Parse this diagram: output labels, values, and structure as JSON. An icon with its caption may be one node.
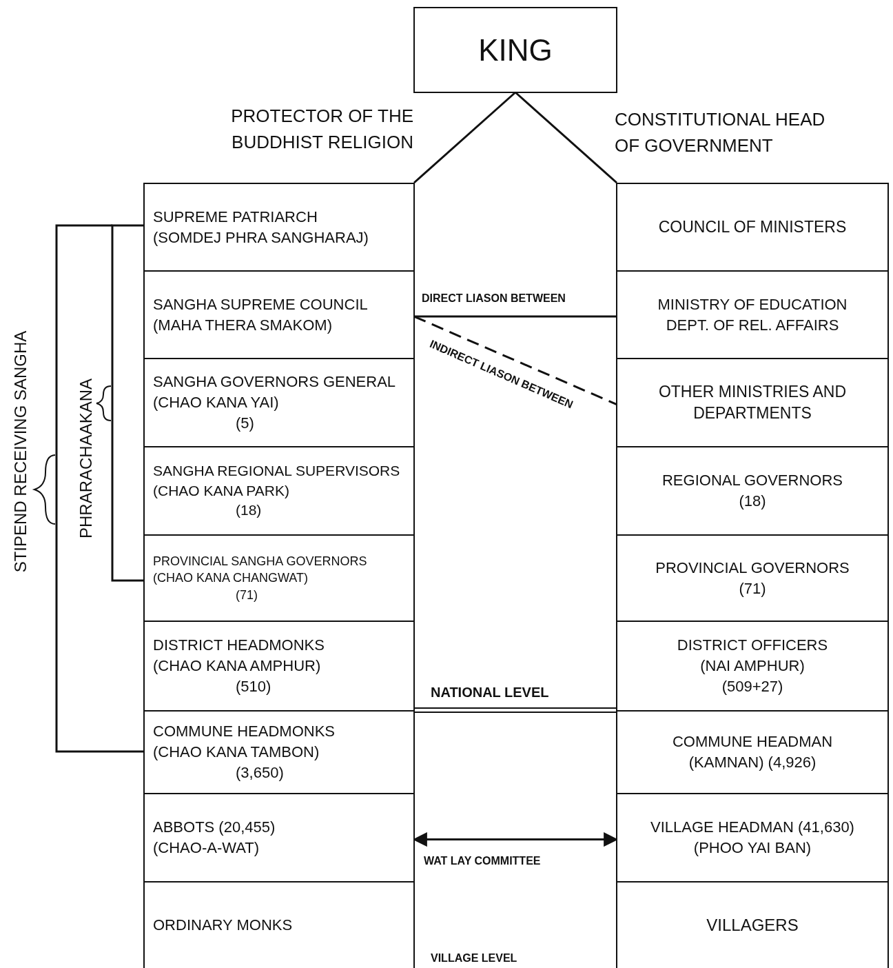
{
  "diagram": {
    "nodes": [
      {
        "text": [
          "KING"
        ]
      },
      {
        "text": [
          "SUPREME PATRIARCH",
          "(SOMDEJ PHRA SANGHARAJ)"
        ]
      },
      {
        "text": [
          "SANGHA SUPREME COUNCIL",
          "(MAHA THERA SMAKOM)"
        ]
      },
      {
        "text": [
          "SANGHA GOVERNORS GENERAL",
          "(CHAO KANA YAI)",
          "(5)"
        ]
      },
      {
        "text": [
          "SANGHA REGIONAL SUPERVISORS (CHAO KANA PARK)",
          "(18)"
        ]
      },
      {
        "text": [
          "PROVINCIAL SANGHA GOVERNORS",
          "(CHAO KANA CHANGWAT)",
          "(71)"
        ]
      },
      {
        "text": [
          "DISTRICT HEADMONKS",
          "(CHAO KANA AMPHUR)",
          "(510)"
        ]
      },
      {
        "text": [
          "COMMUNE HEADMONKS",
          "(CHAO KANA TAMBON)",
          "(3,650)"
        ]
      },
      {
        "text": [
          "ABBOTS (20,455)",
          "(CHAO-A-WAT)"
        ]
      },
      {
        "text": [
          "ORDINARY MONKS"
        ]
      },
      {
        "text": [
          "COUNCIL OF MINISTERS"
        ]
      },
      {
        "text": [
          "MINISTRY OF EDUCATION",
          "DEPT. OF REL. AFFAIRS"
        ]
      },
      {
        "text": [
          "OTHER MINISTRIES AND DEPARTMENTS"
        ]
      },
      {
        "text": [
          "REGIONAL GOVERNORS",
          "(18)"
        ]
      },
      {
        "text": [
          "PROVINCIAL GOVERNORS",
          "(71)"
        ]
      },
      {
        "text": [
          "DISTRICT OFFICERS",
          "(NAI AMPHUR)",
          "(509+27)"
        ]
      },
      {
        "text": [
          "COMMUNE HEADMAN",
          "(KAMNAN) (4,926)"
        ]
      },
      {
        "text": [
          "VILLAGE HEADMAN (41,630)",
          "(PHOO YAI BAN)"
        ]
      },
      {
        "text": [
          "VILLAGERS"
        ]
      }
    ],
    "edges": [
      {
        "from": 0,
        "to": 1,
        "arrow": "none"
      },
      {
        "from": 0,
        "to": 10,
        "arrow": "none"
      },
      {
        "from": 2,
        "to": 11,
        "arrow": "none",
        "label": "DIRECT LIASON BETWEEN"
      },
      {
        "from": 2,
        "to": 12,
        "arrow": "none",
        "label": "INDIRECT LIASON BETWEEN",
        "style": "dashed"
      },
      {
        "from": 8,
        "to": 17,
        "arrow": "both",
        "label": "WAT LAY COMMITTEE"
      }
    ],
    "labels": [
      "PROTECTOR OF THE BUDDHIST RELIGION",
      "CONSTITUTIONAL HEAD OF GOVERNMENT",
      "STIPEND RECEIVING SANGHA",
      "PHRARACHAAKANA",
      "NATIONAL LEVEL",
      "VILLAGE LEVEL"
    ]
  }
}
